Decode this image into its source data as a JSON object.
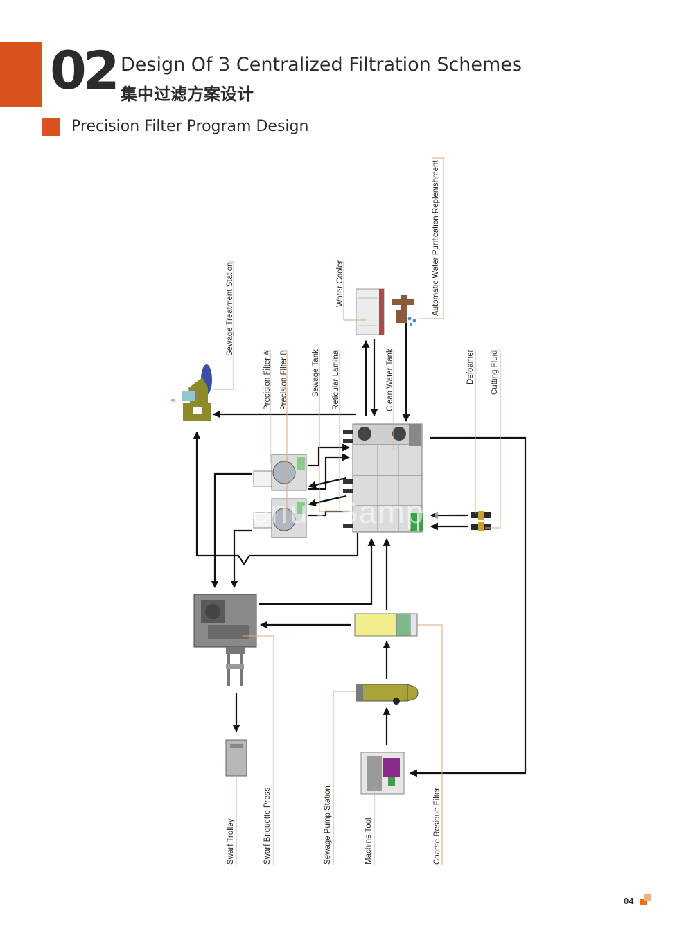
{
  "header": {
    "section_number": "02",
    "title_en": "Design Of 3 Centralized Filtration Schemes",
    "title_cn": "集中过滤方案设计",
    "subtitle": "Precision Filter Program Design"
  },
  "diagram": {
    "labels": {
      "sewage_treatment_station": "Sewage Treatment Station",
      "water_cooler": "Water Cooler",
      "auto_water_purification": "Automatic Water Purification Replenishment",
      "precision_filter_a": "Precision Filter A",
      "precision_filter_b": "Precision Filter B",
      "sewage_tank": "Sewage Tank",
      "reticular_lamina": "Reticular Lamina",
      "clean_water_tank": "Clean Water Tank",
      "defoamer": "Defoamer",
      "cutting_fluid": "Cutting Fluid",
      "swarf_trolley": "Swarf Trolley",
      "swarf_briquette_press": "Swarf Briquette Press",
      "sewage_pump_station": "Sewage Pump Station",
      "machine_tool": "Machine Tool",
      "coarse_residue_filter": "Coarse Residue Filter"
    },
    "watermark": "Benus Sample"
  },
  "footer": {
    "page_number": "04"
  },
  "colors": {
    "accent": "#d9541c",
    "leader_line": "#e2a77d",
    "equipment_olive": "#8c8a2a",
    "equipment_yellow": "#f2ee8c",
    "equipment_brown": "#8a5a3a",
    "equipment_purple": "#8a2a8c"
  }
}
